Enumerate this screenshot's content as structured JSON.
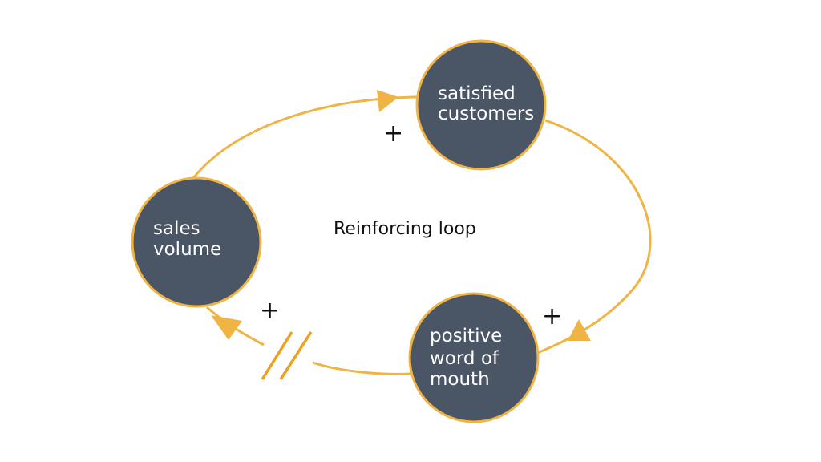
{
  "diagram": {
    "type": "causal-loop",
    "title": "Reinforcing loop",
    "colors": {
      "node_fill": "#4a5566",
      "node_border": "#f0b445",
      "arrow": "#efb444",
      "delay_mark": "#eea020",
      "text_on_node": "#ffffff",
      "text": "#111111"
    },
    "nodes": [
      {
        "id": "satisfied-customers",
        "lines": [
          "satisfied",
          "customers"
        ]
      },
      {
        "id": "positive-word-of-mouth",
        "lines": [
          "positive",
          "word of",
          "mouth"
        ]
      },
      {
        "id": "sales-volume",
        "lines": [
          "sales",
          "volume"
        ]
      }
    ],
    "links": [
      {
        "from": "sales-volume",
        "to": "satisfied-customers",
        "polarity": "+",
        "delay": false
      },
      {
        "from": "satisfied-customers",
        "to": "positive-word-of-mouth",
        "polarity": "+",
        "delay": false
      },
      {
        "from": "positive-word-of-mouth",
        "to": "sales-volume",
        "polarity": "+",
        "delay": true
      }
    ]
  }
}
